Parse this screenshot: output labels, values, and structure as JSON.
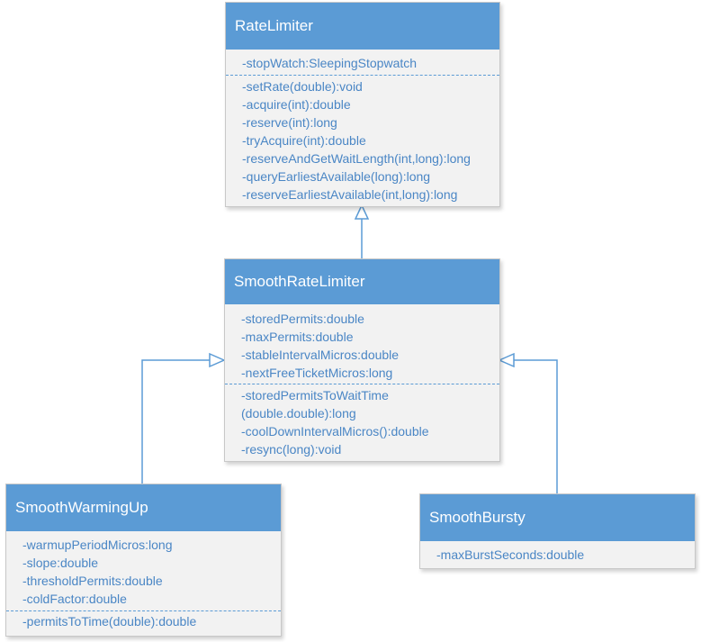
{
  "classes": {
    "rate_limiter": {
      "name": "RateLimiter",
      "attributes": [
        "-stopWatch:SleepingStopwatch"
      ],
      "methods": [
        "-setRate(double):void",
        "-acquire(int):double",
        "-reserve(int):long",
        "-tryAcquire(int):double",
        "-reserveAndGetWaitLength(int,long):long",
        "-queryEarliestAvailable(long):long",
        "-reserveEarliestAvailable(int,long):long"
      ]
    },
    "smooth_rate_limiter": {
      "name": "SmoothRateLimiter",
      "attributes": [
        "-storedPermits:double",
        "-maxPermits:double",
        "-stableIntervalMicros:double",
        "-nextFreeTicketMicros:long"
      ],
      "methods": [
        "-storedPermitsToWaitTime",
        "(double.double):long",
        "-coolDownIntervalMicros():double",
        "-resync(long):void"
      ]
    },
    "smooth_warming_up": {
      "name": "SmoothWarmingUp",
      "attributes": [
        "-warmupPeriodMicros:long",
        "-slope:double",
        "-thresholdPermits:double",
        "-coldFactor:double"
      ],
      "methods": [
        "-permitsToTime(double):double"
      ]
    },
    "smooth_bursty": {
      "name": "SmoothBursty",
      "attributes": [
        "-maxBurstSeconds:double"
      ],
      "methods": []
    }
  },
  "colors": {
    "header": "#5b9bd5",
    "body": "#f2f2f2",
    "text": "#4a86c5",
    "connector": "#5b9bd5"
  }
}
